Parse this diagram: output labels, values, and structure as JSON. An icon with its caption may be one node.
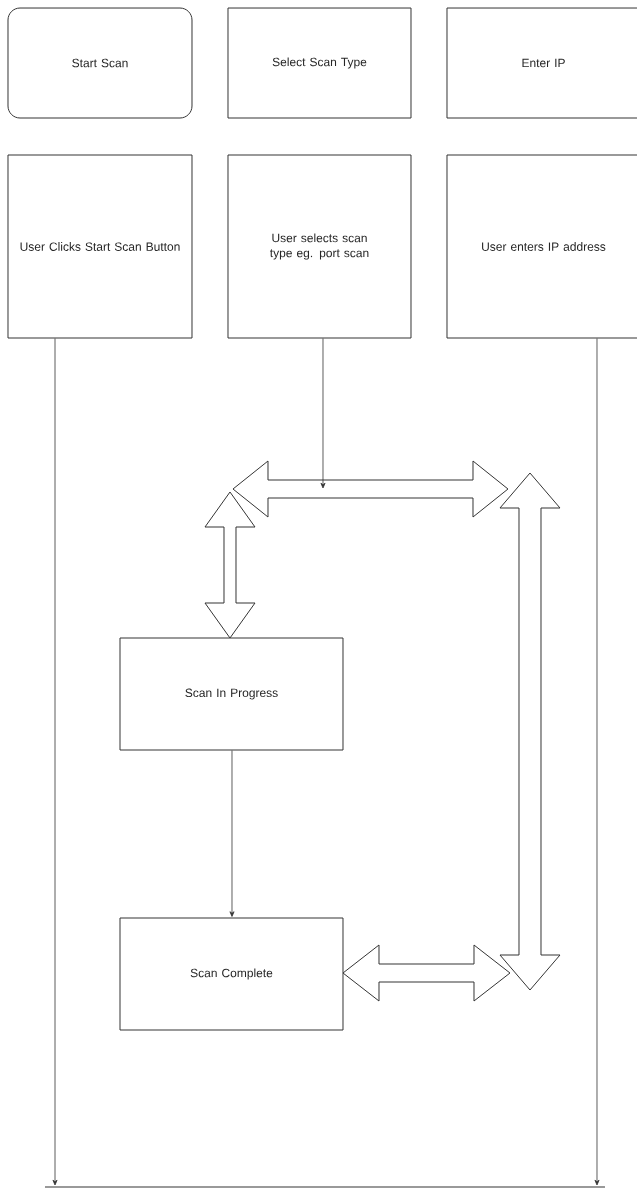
{
  "diagram": {
    "nodes": [
      {
        "text": [
          "Start Scan"
        ]
      },
      {
        "text": [
          "Select Scan Type"
        ]
      },
      {
        "text": [
          "Enter IP"
        ]
      },
      {
        "text": [
          "User Clicks Start Scan Button"
        ]
      },
      {
        "text": [
          "User selects scan type eg. port scan"
        ]
      },
      {
        "text": [
          "User enters IP address"
        ]
      },
      {
        "text": [
          "Scan In Progress"
        ]
      },
      {
        "text": [
          "Scan Complete"
        ]
      },
      {
        "text": [],
        "shape": "arrow"
      },
      {
        "text": [],
        "shape": "arrow"
      },
      {
        "text": [],
        "shape": "bar"
      }
    ],
    "edges": [
      {
        "from": 3,
        "to": 10,
        "arrow": "to"
      },
      {
        "from": 4,
        "to": 8,
        "arrow": "to"
      },
      {
        "from": 5,
        "to": 10,
        "arrow": "to"
      },
      {
        "from": 6,
        "to": 7,
        "arrow": "to"
      },
      {
        "from": 8,
        "to": 6,
        "arrow": "both",
        "style": "thick"
      },
      {
        "from": 7,
        "to": 9,
        "arrow": "both",
        "style": "thick"
      }
    ]
  }
}
